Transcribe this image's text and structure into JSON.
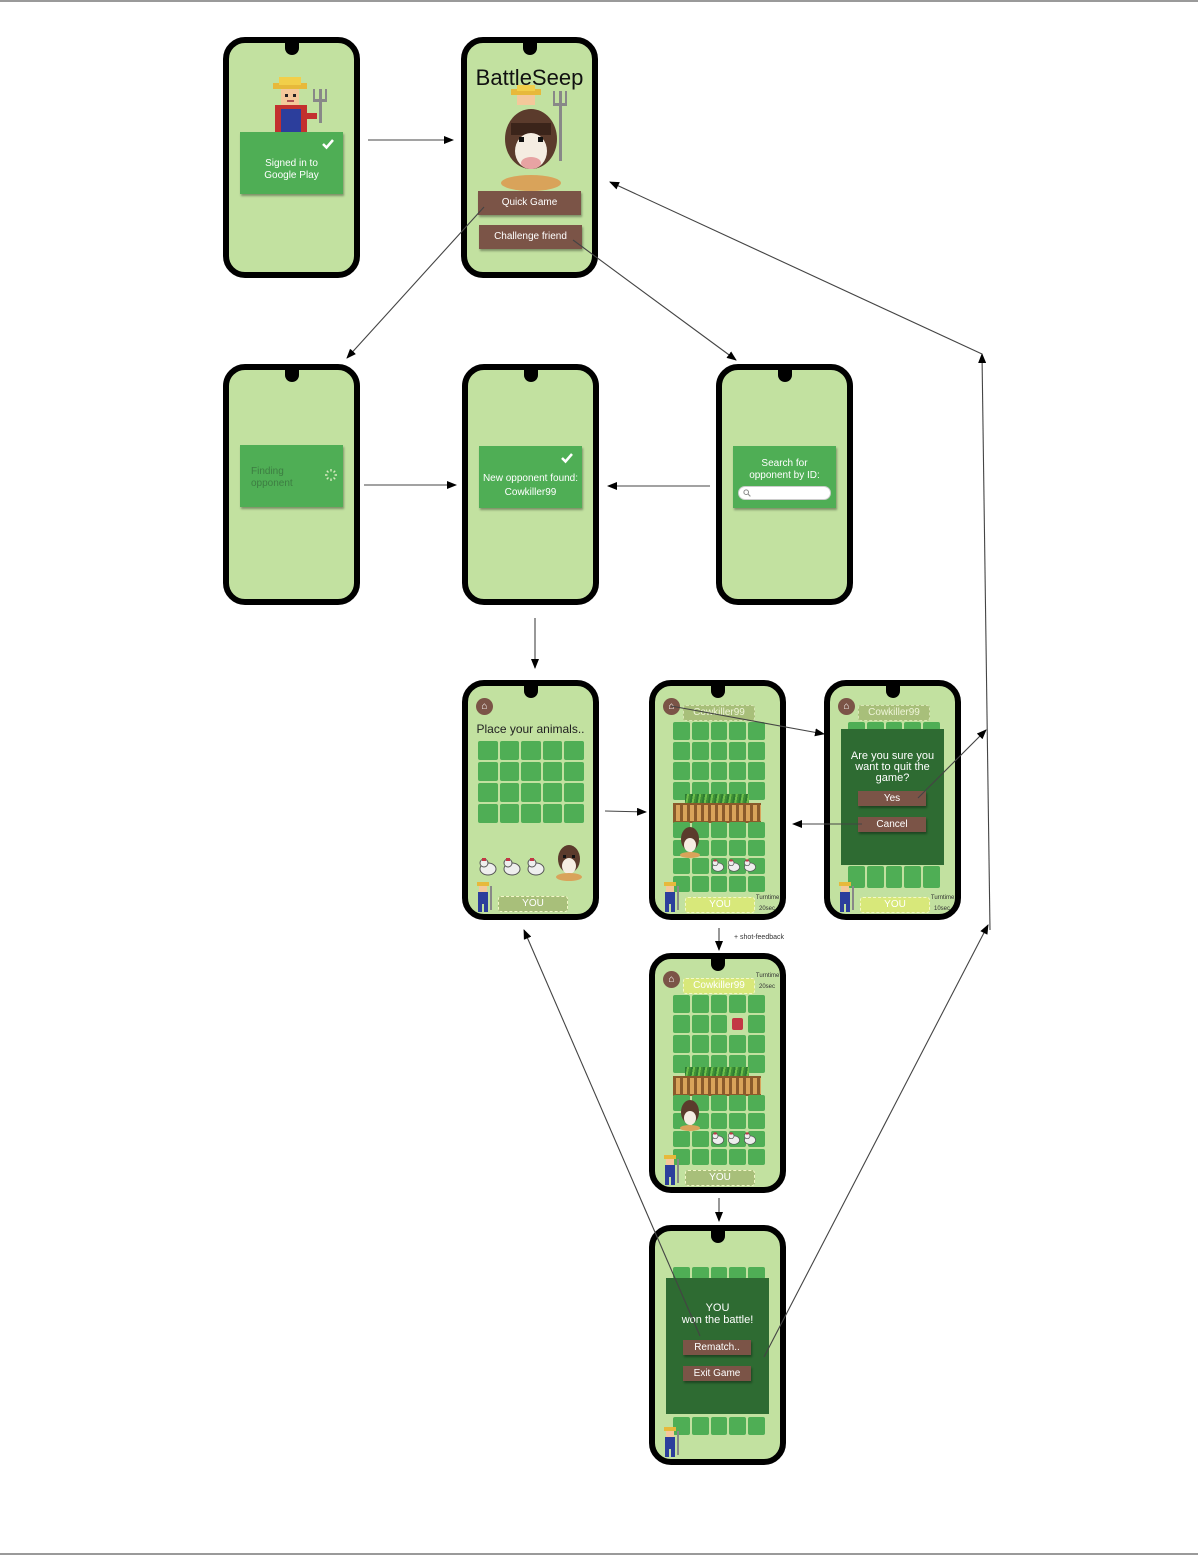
{
  "screens": {
    "signin": {
      "status_text": "Signed in to\nGoogle Play"
    },
    "main_menu": {
      "title": "BattleSeep",
      "quick_game_label": "Quick Game",
      "challenge_label": "Challenge friend"
    },
    "finding": {
      "text": "Finding\nopponent"
    },
    "found": {
      "line1": "New opponent found:",
      "line2": "Cowkiller99"
    },
    "search": {
      "text": "Search for\nopponent by ID:",
      "placeholder": ""
    },
    "place": {
      "title": "Place your animals..",
      "you_label": "YOU"
    },
    "game": {
      "opponent_name": "Cowkiller99",
      "you_label": "YOU",
      "turn_label": "Turntime:",
      "turn_value": "20sec"
    },
    "quit": {
      "opponent_name": "Cowkiller99",
      "question": "Are you sure you want to quit the game?",
      "yes_label": "Yes",
      "cancel_label": "Cancel",
      "you_label": "YOU",
      "turn_label": "Turntime:",
      "turn_value": "10sec"
    },
    "feedback": {
      "opponent_name": "Cowkiller99",
      "you_label": "YOU",
      "turn_label": "Turntime:",
      "turn_value": "20sec"
    },
    "win": {
      "line1": "YOU",
      "line2": "won the battle!",
      "rematch_label": "Rematch..",
      "exit_label": "Exit Game"
    }
  },
  "annotations": {
    "shot_feedback": "+ shot-feedback"
  },
  "colors": {
    "phone_bg": "#c2e1a0",
    "card_green": "#4fae55",
    "button_brown": "#7b5447",
    "overlay_green": "#2e6b32",
    "hit_red": "#c23744"
  }
}
